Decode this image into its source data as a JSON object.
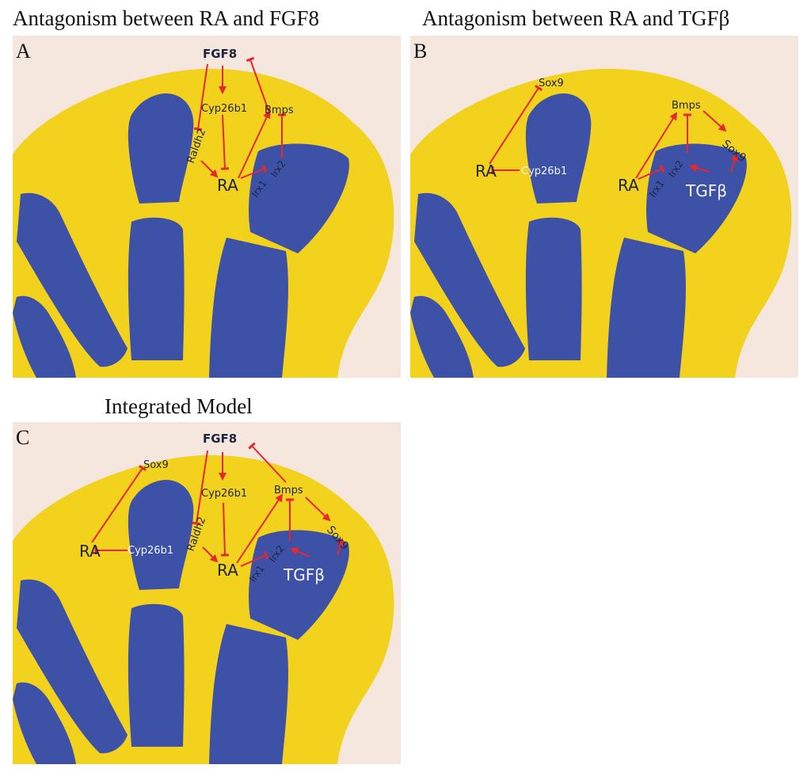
{
  "panels": [
    {
      "letter": "A",
      "title": "Antagonism between RA and FGF8",
      "labels": {
        "fgf8": "FGF8",
        "cyp26b1": "Cyp26b1",
        "bmps": "Bmps",
        "raldh2": "Raldh2",
        "ra": "RA",
        "irx1": "Irx1",
        "irx2": "Irx2"
      }
    },
    {
      "letter": "B",
      "title": "Antagonism between RA and TGFβ",
      "labels": {
        "sox9_top": "Sox9",
        "cyp26b1": "Cyp26b1",
        "ra_left": "RA",
        "bmps": "Bmps",
        "sox9_right": "Sox9",
        "ra": "RA",
        "irx1": "Irx1",
        "irx2": "Irx2",
        "tgfb": "TGFβ"
      }
    },
    {
      "letter": "C",
      "title": "Integrated Model",
      "labels": {
        "fgf8": "FGF8",
        "sox9_top": "Sox9",
        "cyp26b1_mid": "Cyp26b1",
        "raldh2": "Raldh2",
        "bmps": "Bmps",
        "ra_left": "RA",
        "cyp26b1_left": "Cyp26b1",
        "ra": "RA",
        "irx1": "Irx1",
        "irx2": "Irx2",
        "sox9_right": "Sox9",
        "tgfb": "TGFβ"
      }
    }
  ],
  "colors": {
    "background": "#f5e6de",
    "limb": "#f2d21d",
    "digit": "#3d52a6",
    "arrow": "#e8262c",
    "text_dark": "#1c2440",
    "text_light": "#f4f4ff"
  }
}
